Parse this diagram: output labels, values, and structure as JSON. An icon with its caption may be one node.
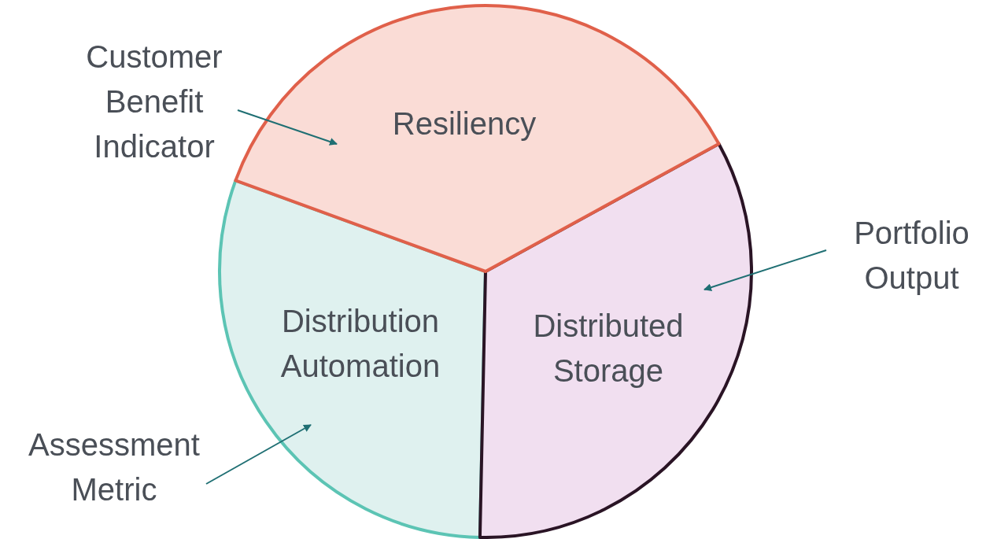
{
  "diagram": {
    "nodes": [
      {
        "text": [
          "Resiliency"
        ]
      },
      {
        "text": [
          "Distribution Automation"
        ]
      },
      {
        "text": [
          "Distributed Storage"
        ]
      },
      {
        "text": [
          "Customer Benefit Indicator"
        ]
      },
      {
        "text": [
          "Portfolio Output"
        ]
      },
      {
        "text": [
          "Assessment Metric"
        ]
      }
    ],
    "edges": [
      {
        "from": 3,
        "to": 0,
        "arrow": "to"
      },
      {
        "from": 4,
        "to": 2,
        "arrow": "to"
      },
      {
        "from": 5,
        "to": 1,
        "arrow": "to"
      }
    ]
  }
}
